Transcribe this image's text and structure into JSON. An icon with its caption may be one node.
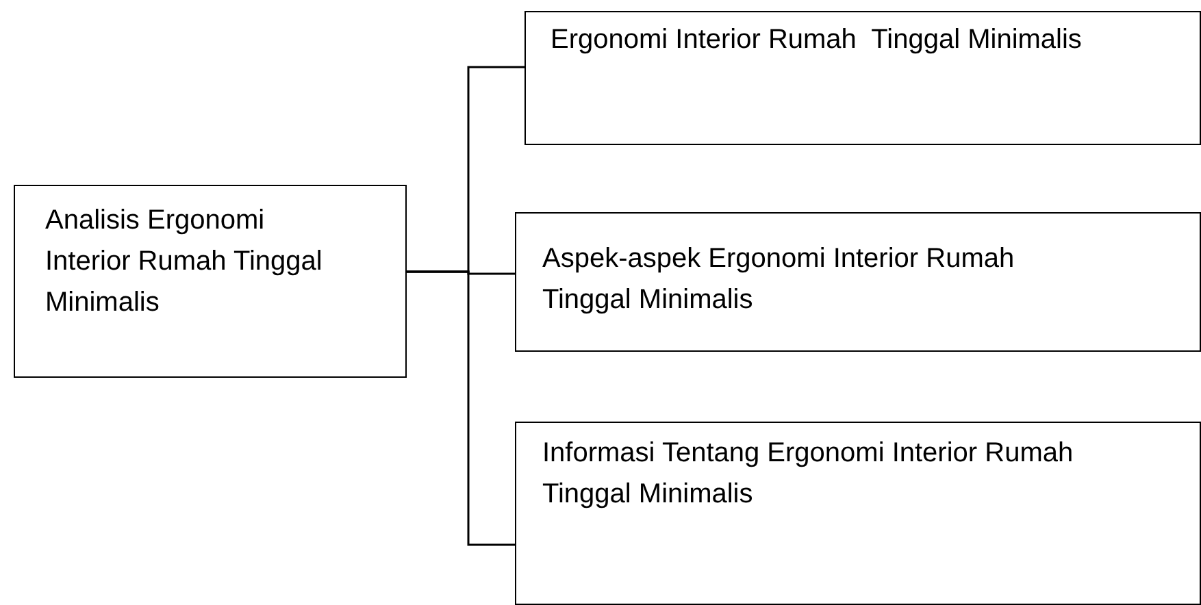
{
  "diagram": {
    "nodes": [
      {
        "text": [
          "Analisis Ergonomi Interior Rumah Tinggal Minimalis"
        ]
      },
      {
        "text": [
          "Ergonomi Interior Rumah  Tinggal Minimalis"
        ]
      },
      {
        "text": [
          "Aspek-aspek Ergonomi Interior Rumah  Tinggal Minimalis"
        ]
      },
      {
        "text": [
          "Informasi Tentang Ergonomi Interior Rumah Tinggal Minimalis"
        ]
      }
    ],
    "edges": [
      {
        "from": 0,
        "to": 1,
        "arrow": "none"
      },
      {
        "from": 0,
        "to": 2,
        "arrow": "none"
      },
      {
        "from": 0,
        "to": 3,
        "arrow": "none"
      }
    ]
  }
}
